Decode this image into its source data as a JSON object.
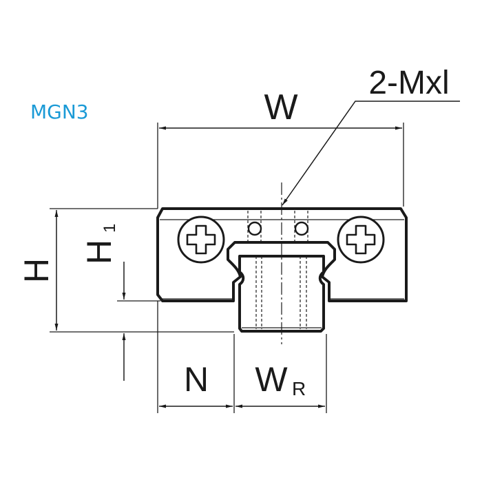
{
  "model_label": "MGN3",
  "model_color": "#1a9ad6",
  "line_color": "#1a1a1a",
  "dimensions": {
    "width": "W",
    "height": "H",
    "h1_main": "H",
    "h1_sub": "1",
    "n": "N",
    "rail_width_main": "W",
    "rail_width_sub": "R",
    "screw_callout": "2-Mxl"
  }
}
